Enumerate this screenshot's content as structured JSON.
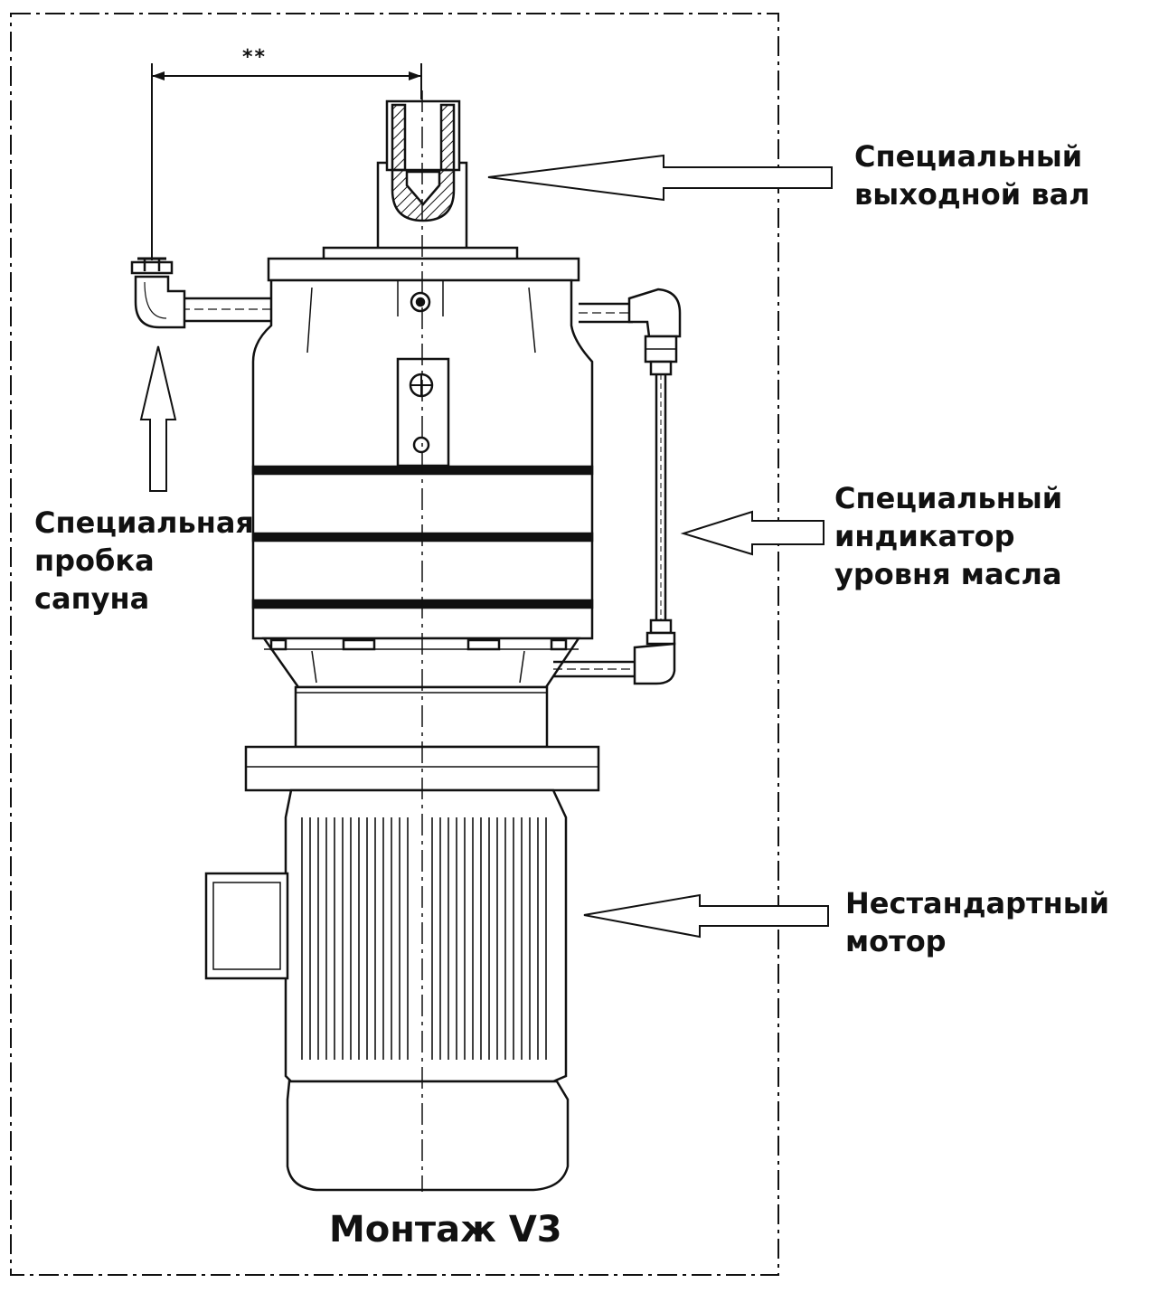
{
  "title": "Монтаж V3",
  "dimension_mark": "**",
  "callouts": {
    "output_shaft": {
      "lines": [
        "Специальный",
        "выходной вал"
      ]
    },
    "breather_plug": {
      "lines": [
        "Специальная",
        "пробка",
        "сапуна"
      ]
    },
    "oil_indicator": {
      "lines": [
        "Специальный",
        "индикатор",
        "уровня масла"
      ]
    },
    "motor": {
      "lines": [
        "Нестандартный",
        "мотор"
      ]
    }
  },
  "colors": {
    "line": "#111111",
    "background": "#ffffff"
  }
}
